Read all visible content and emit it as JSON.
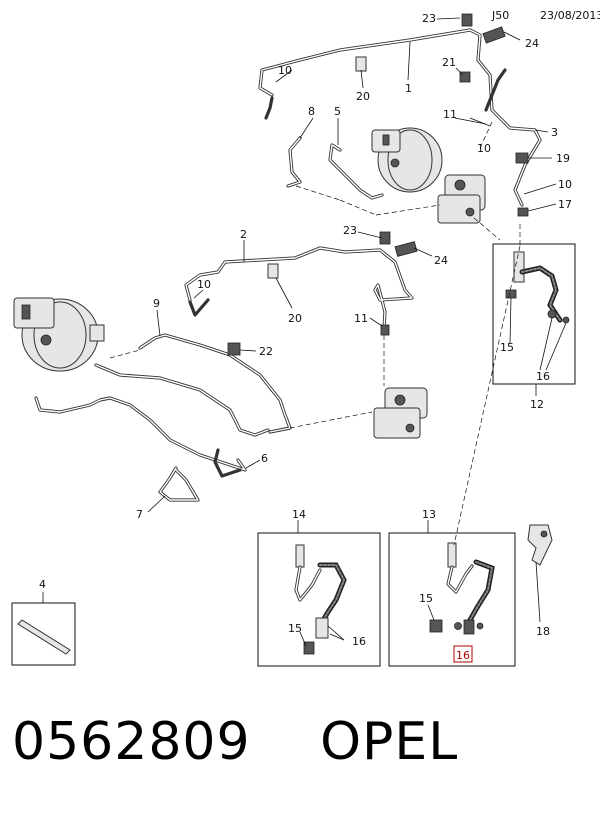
{
  "header": {
    "code": "J50",
    "date": "23/08/2013"
  },
  "footer": {
    "part_number": "0562809",
    "brand": "OPEL"
  },
  "callouts": {
    "c1": "1",
    "c2": "2",
    "c3": "3",
    "c4": "4",
    "c5": "5",
    "c6": "6",
    "c7": "7",
    "c8": "8",
    "c9": "9",
    "c10a": "10",
    "c10b": "10",
    "c10c": "10",
    "c10d": "10",
    "c11a": "11",
    "c11b": "11",
    "c12": "12",
    "c13": "13",
    "c14": "14",
    "c15a": "15",
    "c15b": "15",
    "c15c": "15",
    "c16a": "16",
    "c16b": "16",
    "c16c": "16",
    "c17": "17",
    "c18": "18",
    "c19": "19",
    "c20a": "20",
    "c20b": "20",
    "c21": "21",
    "c22": "22",
    "c23a": "23",
    "c23b": "23",
    "c24a": "24",
    "c24b": "24"
  },
  "highlight": {
    "callout": "16",
    "color": "#b00000"
  }
}
